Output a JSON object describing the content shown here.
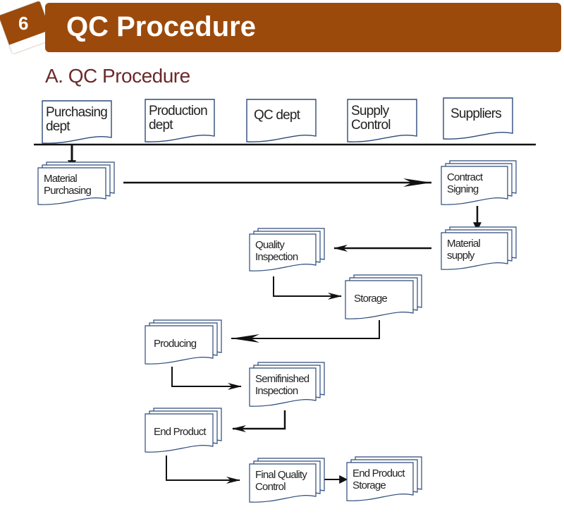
{
  "header": {
    "section_number": "6",
    "title": "QC Procedure",
    "banner_color": "#9b4a0c"
  },
  "subtitle": "A. QC Procedure",
  "departments": [
    {
      "id": "purchasing",
      "lines": [
        "Purchasing",
        "dept"
      ]
    },
    {
      "id": "production",
      "lines": [
        "Production",
        "dept"
      ]
    },
    {
      "id": "qc",
      "lines": [
        "QC dept"
      ]
    },
    {
      "id": "supply-control",
      "lines": [
        "Supply",
        "Control"
      ]
    },
    {
      "id": "suppliers",
      "lines": [
        "Suppliers"
      ]
    }
  ],
  "steps": [
    {
      "id": "material-purchasing",
      "lines": [
        "Material",
        "Purchasing"
      ]
    },
    {
      "id": "contract-signing",
      "lines": [
        "Contract",
        "Signing"
      ]
    },
    {
      "id": "material-supply",
      "lines": [
        "Material",
        "supply"
      ]
    },
    {
      "id": "quality-inspection",
      "lines": [
        "Quality",
        "Inspection"
      ]
    },
    {
      "id": "storage",
      "lines": [
        "Storage"
      ]
    },
    {
      "id": "producing",
      "lines": [
        "Producing"
      ]
    },
    {
      "id": "semifinished-inspection",
      "lines": [
        "Semifinished",
        "Inspection"
      ]
    },
    {
      "id": "end-product",
      "lines": [
        "End Product"
      ]
    },
    {
      "id": "final-quality-control",
      "lines": [
        "Final Quality",
        "Control"
      ]
    },
    {
      "id": "end-product-storage",
      "lines": [
        "End Product",
        "Storage"
      ]
    }
  ],
  "flows": [
    {
      "from": "purchasing",
      "to": "material-purchasing"
    },
    {
      "from": "material-purchasing",
      "to": "contract-signing"
    },
    {
      "from": "contract-signing",
      "to": "material-supply"
    },
    {
      "from": "material-supply",
      "to": "quality-inspection"
    },
    {
      "from": "quality-inspection",
      "to": "storage"
    },
    {
      "from": "storage",
      "to": "producing"
    },
    {
      "from": "producing",
      "to": "semifinished-inspection"
    },
    {
      "from": "semifinished-inspection",
      "to": "end-product"
    },
    {
      "from": "end-product",
      "to": "final-quality-control"
    },
    {
      "from": "final-quality-control",
      "to": "end-product-storage"
    }
  ]
}
